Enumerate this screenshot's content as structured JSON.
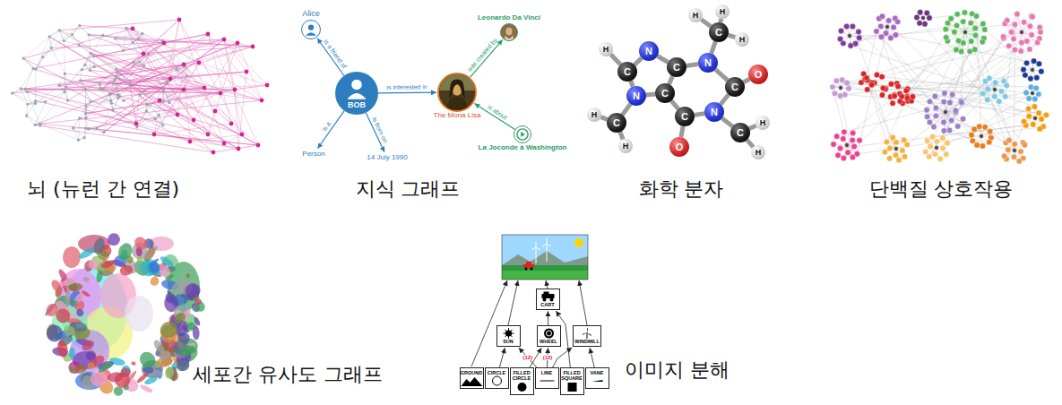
{
  "diagram": {
    "nodes": [
      {
        "text": [
          "Alice"
        ]
      },
      {
        "text": [
          "BOB"
        ]
      },
      {
        "text": [
          "Person"
        ]
      },
      {
        "text": [
          "14 July 1990"
        ]
      },
      {
        "text": [
          "The Mona Lisa"
        ]
      },
      {
        "text": [
          "Leonardo Da Vinci"
        ]
      },
      {
        "text": [
          "La Joconde à Washington"
        ]
      },
      {
        "text": [
          "H"
        ]
      },
      {
        "text": [
          "C"
        ]
      },
      {
        "text": [
          "N"
        ]
      },
      {
        "text": [
          "C"
        ]
      },
      {
        "text": [
          "N"
        ]
      },
      {
        "text": [
          "C"
        ]
      },
      {
        "text": [
          "H"
        ]
      },
      {
        "text": [
          "H"
        ]
      },
      {
        "text": [
          "H"
        ]
      },
      {
        "text": [
          "C"
        ]
      },
      {
        "text": [
          "O"
        ]
      },
      {
        "text": [
          "N"
        ]
      },
      {
        "text": [
          "C"
        ]
      },
      {
        "text": [
          "H"
        ]
      },
      {
        "text": [
          "H"
        ]
      },
      {
        "text": [
          "C"
        ]
      },
      {
        "text": [
          "O"
        ]
      },
      {
        "text": [
          "C"
        ]
      },
      {
        "text": [
          "N"
        ]
      },
      {
        "text": [
          "C"
        ]
      },
      {
        "text": [
          "H"
        ]
      },
      {
        "text": [
          "H"
        ]
      },
      {
        "text": [
          "CART"
        ]
      },
      {
        "text": [
          "SUN"
        ]
      },
      {
        "text": [
          "WHEEL"
        ]
      },
      {
        "text": [
          "WINDMILL"
        ]
      },
      {
        "text": [
          "GROUND"
        ]
      },
      {
        "text": [
          "CIRCLE"
        ]
      },
      {
        "text": [
          "FILLED CIRCLE"
        ]
      },
      {
        "text": [
          "LINE"
        ]
      },
      {
        "text": [
          "FILLED SQUARE"
        ]
      },
      {
        "text": [
          "VANE"
        ]
      }
    ],
    "edges": [
      {
        "from": 1,
        "to": 0,
        "label": "is a friend of",
        "arrow": "to"
      },
      {
        "from": 1,
        "to": 2,
        "label": "is a",
        "arrow": "to"
      },
      {
        "from": 1,
        "to": 3,
        "label": "is born on",
        "arrow": "to"
      },
      {
        "from": 1,
        "to": 4,
        "label": "is interested in",
        "arrow": "to"
      },
      {
        "from": 4,
        "to": 5,
        "label": "was created by",
        "arrow": "to"
      },
      {
        "from": 6,
        "to": 4,
        "label": "is about",
        "arrow": "to"
      },
      {
        "from": 7,
        "to": 8,
        "arrow": "none"
      },
      {
        "from": 8,
        "to": 9,
        "arrow": "none"
      },
      {
        "from": 9,
        "to": 10,
        "arrow": "none"
      },
      {
        "from": 10,
        "to": 24,
        "arrow": "none"
      },
      {
        "from": 24,
        "to": 25,
        "arrow": "none"
      },
      {
        "from": 25,
        "to": 8,
        "arrow": "none"
      },
      {
        "from": 10,
        "to": 11,
        "arrow": "none"
      },
      {
        "from": 11,
        "to": 12,
        "arrow": "none"
      },
      {
        "from": 12,
        "to": 13,
        "arrow": "none"
      },
      {
        "from": 12,
        "to": 14,
        "arrow": "none"
      },
      {
        "from": 12,
        "to": 15,
        "arrow": "none"
      },
      {
        "from": 11,
        "to": 16,
        "arrow": "none"
      },
      {
        "from": 16,
        "to": 17,
        "arrow": "none"
      },
      {
        "from": 16,
        "to": 18,
        "arrow": "none"
      },
      {
        "from": 18,
        "to": 19,
        "arrow": "none"
      },
      {
        "from": 19,
        "to": 20,
        "arrow": "none"
      },
      {
        "from": 19,
        "to": 21,
        "arrow": "none"
      },
      {
        "from": 18,
        "to": 22,
        "arrow": "none"
      },
      {
        "from": 22,
        "to": 23,
        "arrow": "none"
      },
      {
        "from": 22,
        "to": 24,
        "arrow": "none"
      },
      {
        "from": 25,
        "to": 26,
        "arrow": "none"
      },
      {
        "from": 26,
        "to": 27,
        "arrow": "none"
      },
      {
        "from": 26,
        "to": 28,
        "arrow": "none"
      },
      {
        "from": 34,
        "to": 30,
        "arrow": "to"
      },
      {
        "from": 36,
        "to": 30,
        "label": "(12)",
        "arrow": "to"
      },
      {
        "from": 35,
        "to": 31,
        "arrow": "to"
      },
      {
        "from": 36,
        "to": 31,
        "label": "(12)",
        "arrow": "to"
      },
      {
        "from": 31,
        "to": 29,
        "arrow": "to"
      },
      {
        "from": 37,
        "to": 29,
        "arrow": "to"
      },
      {
        "from": 36,
        "to": 32,
        "arrow": "to"
      },
      {
        "from": 38,
        "to": 32,
        "arrow": "to"
      }
    ],
    "labels": [
      "뇌 (뉴런 간 연결)",
      "지식 그래프",
      "화학 분자",
      "단백질 상호작용",
      "세포간 유사도 그래프",
      "이미지 분해"
    ]
  }
}
